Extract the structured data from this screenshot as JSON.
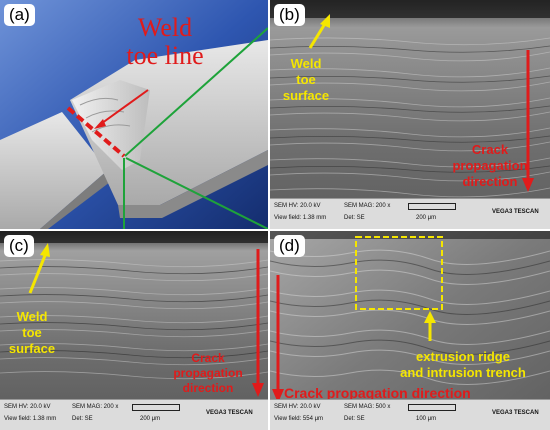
{
  "panels": {
    "a": {
      "label": "(a)",
      "annotation_line1": "Weld",
      "annotation_line2": "toe line"
    },
    "b": {
      "label": "(b)",
      "weld_toe": [
        "Weld",
        "toe",
        "surface"
      ],
      "crack": [
        "Crack",
        "propagation",
        "direction"
      ],
      "info": {
        "hv": "SEM HV: 20.0 kV",
        "mag": "SEM MAG: 200 x",
        "field": "View field: 1.38 mm",
        "det": "Det: SE",
        "scale": "200 μm",
        "brand": "VEGA3 TESCAN"
      }
    },
    "c": {
      "label": "(c)",
      "weld_toe": [
        "Weld",
        "toe",
        "surface"
      ],
      "crack": [
        "Crack",
        "propagation",
        "direction"
      ],
      "info": {
        "hv": "SEM HV: 20.0 kV",
        "mag": "SEM MAG: 200 x",
        "field": "View field: 1.38 mm",
        "det": "Det: SE",
        "scale": "200 μm",
        "brand": "VEGA3 TESCAN"
      }
    },
    "d": {
      "label": "(d)",
      "ridge_line1": "extrusion ridge",
      "ridge_line2": "and intrusion trench",
      "crack": "Crack propagation direction",
      "info": {
        "hv": "SEM HV: 20.0 kV",
        "mag": "SEM MAG: 500 x",
        "field": "View field: 554 μm",
        "det": "Det: SE",
        "scale": "100 μm",
        "brand": "VEGA3 TESCAN"
      }
    }
  },
  "colors": {
    "annotation_red": "#e01b1b",
    "annotation_yellow": "#f5e600",
    "connector_green": "#1ea33a",
    "photo_background": "#1f3e8a"
  }
}
